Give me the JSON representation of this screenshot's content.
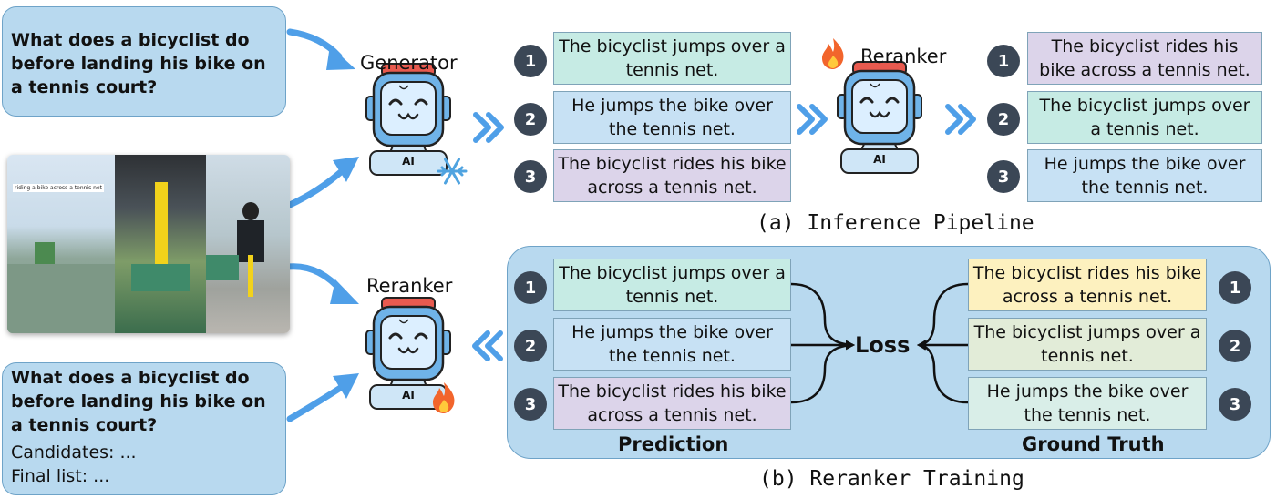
{
  "query_top": "What does a bicyclist do before landing his bike on a tennis court?",
  "query_bottom": {
    "question": "What does a bicyclist do before landing his bike on a tennis court?",
    "candidates": "Candidates: ...",
    "final_list": "Final list: ..."
  },
  "video": {
    "overlay_text": "riding a bike across a tennis net"
  },
  "inference": {
    "generator_label": "Generator",
    "reranker_label": "Reranker",
    "generated": [
      {
        "num": "1",
        "text": "The bicyclist jumps over a tennis net."
      },
      {
        "num": "2",
        "text": "He jumps the bike over the tennis net."
      },
      {
        "num": "3",
        "text": "The bicyclist rides his bike across a tennis net."
      }
    ],
    "reranked": [
      {
        "num": "1",
        "text": "The bicyclist rides his bike across a tennis net."
      },
      {
        "num": "2",
        "text": "The bicyclist jumps over a tennis net."
      },
      {
        "num": "3",
        "text": "He jumps the bike over the tennis net."
      }
    ],
    "caption": "(a) Inference Pipeline"
  },
  "training": {
    "reranker_label": "Reranker",
    "prediction": [
      {
        "num": "1",
        "text": "The bicyclist jumps over a tennis net."
      },
      {
        "num": "2",
        "text": "He jumps the bike over the tennis net."
      },
      {
        "num": "3",
        "text": "The bicyclist rides his bike across a tennis net."
      }
    ],
    "ground_truth": [
      {
        "num": "1",
        "text": "The bicyclist rides his bike across a tennis net."
      },
      {
        "num": "2",
        "text": "The bicyclist jumps over a tennis net."
      },
      {
        "num": "3",
        "text": "He jumps the bike over the tennis net."
      }
    ],
    "prediction_label": "Prediction",
    "ground_truth_label": "Ground Truth",
    "loss_label": "Loss",
    "caption": "(b) Reranker Training"
  },
  "robot_badge": "AI",
  "icons": {
    "frozen": "snowflake-icon",
    "trainable": "flame-icon"
  },
  "colors": {
    "box_fill": "#b8d9ef",
    "arrow_blue": "#4f9fe8",
    "badge_dark": "#3b4756"
  }
}
